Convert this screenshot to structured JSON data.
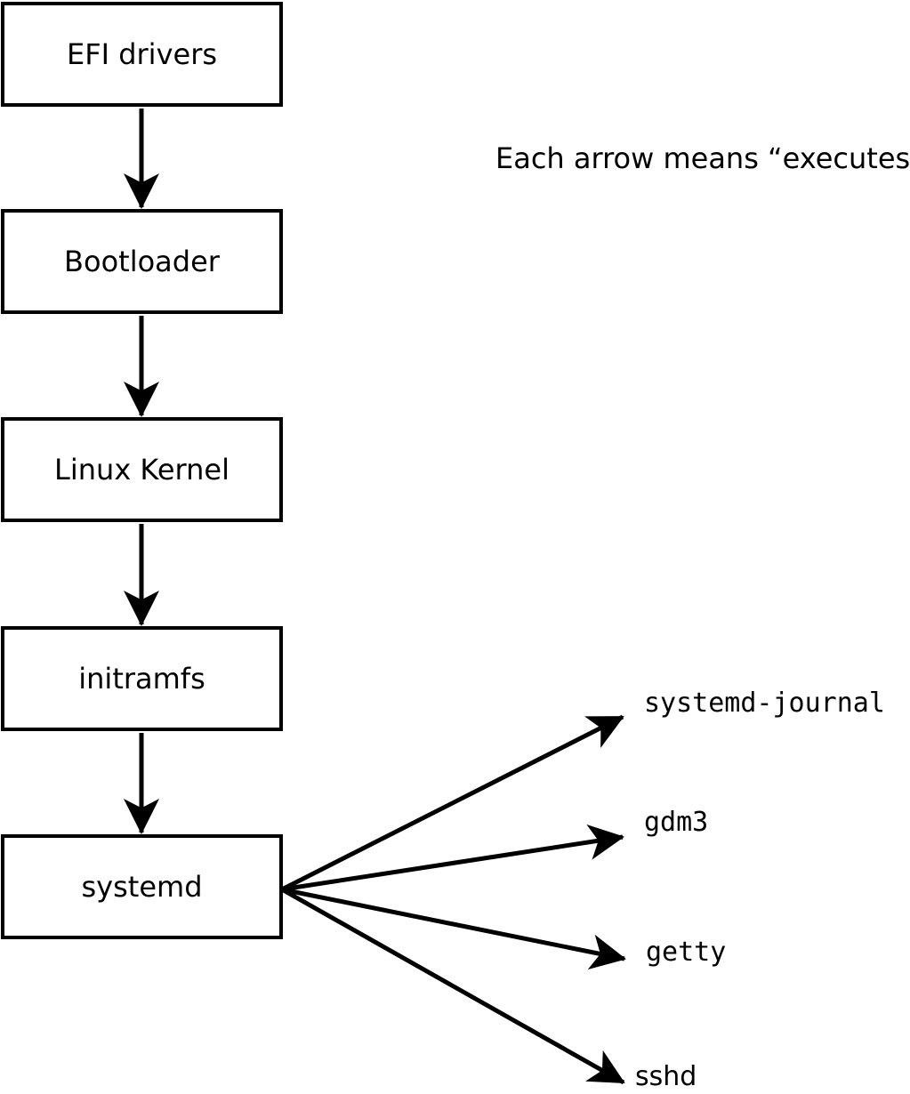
{
  "diagram": {
    "caption": "Each arrow means “executes”.",
    "boot_chain": [
      {
        "label": "EFI drivers"
      },
      {
        "label": "Bootloader"
      },
      {
        "label": "Linux Kernel"
      },
      {
        "label": "initramfs"
      },
      {
        "label": "systemd"
      }
    ],
    "spawned_services": [
      {
        "label": "systemd-journal"
      },
      {
        "label": "gdm3"
      },
      {
        "label": "getty"
      },
      {
        "label": "sshd"
      }
    ],
    "colors": {
      "line": "#000000",
      "box_border": "#000000",
      "box_fill": "#ffffff",
      "text": "#000000",
      "background": "#ffffff"
    }
  }
}
